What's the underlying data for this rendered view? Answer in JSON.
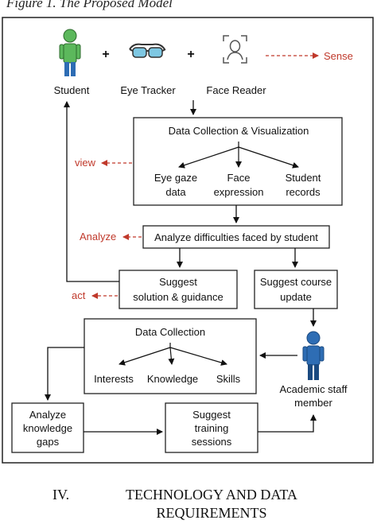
{
  "figure": {
    "caption": "Figure 1. The Proposed Model",
    "actors": {
      "student": "Student",
      "eye_tracker": "Eye Tracker",
      "face_reader": "Face Reader",
      "academic_staff_line1": "Academic staff",
      "academic_staff_line2": "member"
    },
    "plus_sign": "+",
    "side_labels": {
      "sense": "Sense",
      "view": "view",
      "analyze": "Analyze",
      "act": "act"
    },
    "boxes": {
      "data_collection_visualization": {
        "title": "Data Collection & Visualization",
        "items": [
          {
            "line1": "Eye gaze",
            "line2": "data"
          },
          {
            "line1": "Face",
            "line2": "expression"
          },
          {
            "line1": "Student",
            "line2": "records"
          }
        ]
      },
      "analyze_difficulties": "Analyze difficulties faced by student",
      "suggest_solution": {
        "line1": "Suggest",
        "line2": "solution & guidance"
      },
      "suggest_course": {
        "line1": "Suggest course",
        "line2": "update"
      },
      "data_collection": {
        "title": "Data Collection",
        "items": [
          "Interests",
          "Knowledge",
          "Skills"
        ]
      },
      "analyze_gaps": {
        "line1": "Analyze",
        "line2": "knowledge",
        "line3": "gaps"
      },
      "suggest_training": {
        "line1": "Suggest",
        "line2": "training",
        "line3": "sessions"
      }
    },
    "colors": {
      "accent_red": "#c0392b",
      "student_green": "#5cb85c",
      "staff_blue": "#2e6db4"
    }
  },
  "section_heading": {
    "number": "IV.",
    "line1": "TECHNOLOGY AND DATA",
    "line2": "REQUIREMENTS"
  }
}
